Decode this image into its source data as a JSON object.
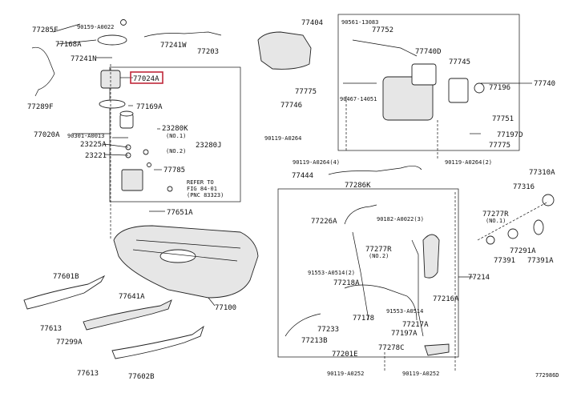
{
  "labels": {
    "l77285F": "77285F",
    "l90159": "90159-A0022",
    "l77168A": "77168A",
    "l77241W_top": "77241W",
    "l77241N": "77241N",
    "l77203": "77203",
    "l77024A": "77024A",
    "l77289F": "77289F",
    "l77169A": "77169A",
    "l77020A": "77020A",
    "l90301": "90301-A0013",
    "l23280K": "23280K",
    "l23280K_note": "(NO.1)",
    "l23225A": "23225A",
    "l23280J": "23280J",
    "l23280J_note": "(NO.2)",
    "l23221": "23221",
    "l77785": "77785",
    "refer1": "REFER TO",
    "refer2": "FIG 84-01",
    "refer3": "(PNC 83323)",
    "l77651A": "77651A",
    "l77100": "77100",
    "l77601B": "77601B",
    "l77613_a": "77613",
    "l77641A": "77641A",
    "l77299A": "77299A",
    "l77613_b": "77613",
    "l77602B": "77602B",
    "l77404": "77404",
    "l90561": "90561-13083",
    "l77752": "77752",
    "l77740D": "77740D",
    "l77745": "77745",
    "l77775_top": "77775",
    "l77196": "77196",
    "l77740": "77740",
    "l90467": "90467-14051",
    "l77746": "77746",
    "l77751": "77751",
    "l77197D": "77197D",
    "l77775_bot": "77775",
    "l90119_a": "90119-A0264",
    "l90119_b": "90119-A0264(4)",
    "l90119_c": "90119-A0264(2)",
    "l77444": "77444",
    "l77286K": "77286K",
    "l77310A": "77310A",
    "l77316": "77316",
    "l77226A": "77226A",
    "l90182": "90182-A0022(3)",
    "l77277R": "77277R",
    "l77277R_note": "(NO.2)",
    "l77277R_b": "77277R",
    "l77277R_b_note": "(NO.1)",
    "l77291A": "77291A",
    "l77391": "77391",
    "l77391A": "77391A",
    "l91553_a": "91553-A0514(2)",
    "l77218A": "77218A",
    "l77214": "77214",
    "l77213B": "77213B",
    "l77233": "77233",
    "l77178": "77178",
    "l77201E": "77201E",
    "l91553_b": "91553-A0514",
    "l77216A": "77216A",
    "l77217A": "77217A",
    "l77197A": "77197A",
    "l77278C": "77278C",
    "l90119_d": "90119-A0252",
    "l90119_e": "90119-A0252",
    "ref_code": "772986D"
  },
  "highlight": "77024A",
  "colors": {
    "highlight": "#c0283a",
    "line": "#111111"
  }
}
